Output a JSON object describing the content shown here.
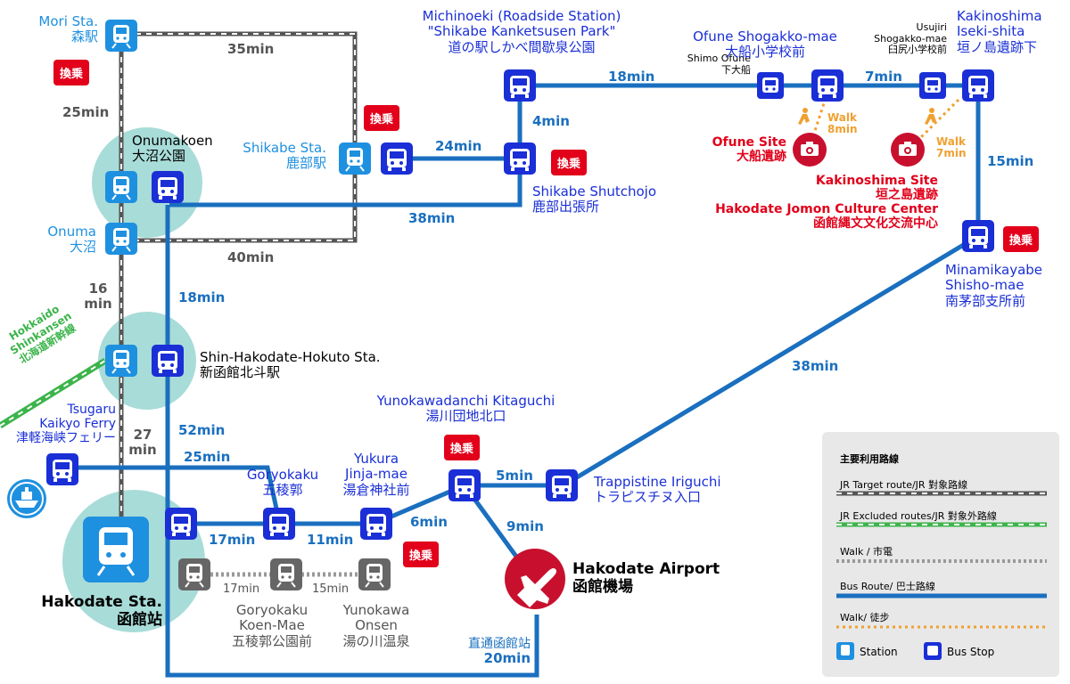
{
  "times": {
    "mori_shikabe": "35min",
    "mori_onuma": "25min",
    "onuma_shikabe_jr": "40min",
    "onumakoen_shutchojo": "38min",
    "shikabe_sta_shutchojo": "24min",
    "shutchojo_michinoeki": "4min",
    "michinoeki_shimoofune": "18min",
    "ofune_usujiri": "7min",
    "walk_ofune": "Walk\n8min",
    "walk_kakinoshima": "Walk\n7min",
    "kakinoshima_minamikayabe": "15min",
    "onumakoen_shinhakodate": "18min",
    "onuma_shinhakodate_l1": "16",
    "onuma_shinhakodate_l2": "min",
    "minamikayabe_trappistine": "38min",
    "shinhakodate_hakodate_bus": "52min",
    "shinhakodate_hakodate_jr_l1": "27",
    "shinhakodate_hakodate_jr_l2": "min",
    "ferry_goryokaku": "25min",
    "hakodate_goryokaku": "17min",
    "goryokaku_yukura": "11min",
    "yukura_yunokawadanchi": "6min",
    "yunokawadanchi_trappistine": "5min",
    "yunokawadanchi_airport": "9min",
    "tram_1": "17min",
    "tram_2": "15min",
    "direct_label": "直通函館站",
    "direct_time": "20min"
  },
  "labels": {
    "mori_en": "Mori Sta.",
    "mori_jp": "森駅",
    "onumakoen_en": "Onumakoen",
    "onumakoen_jp": "大沼公園",
    "onuma_en": "Onuma",
    "onuma_jp": "大沼",
    "shikabe_sta_en": "Shikabe Sta.",
    "shikabe_sta_jp": "鹿部駅",
    "michinoeki_l1": "Michinoeki (Roadside Station)",
    "michinoeki_l2": "\"Shikabe Kanketsusen Park\"",
    "michinoeki_l3": "道の駅しかべ間歇泉公園",
    "shutchojo_en": "Shikabe Shutchojo",
    "shutchojo_jp": "鹿部出張所",
    "shimoofune_en": "Shimo Ofune",
    "shimoofune_jp": "下大船",
    "ofune_en": "Ofune Shogakko-mae",
    "ofune_jp": "大船小学校前",
    "usujiri_l1": "Usujiri",
    "usujiri_l2": "Shogakko-mae",
    "usujiri_l3": "臼尻小学校前",
    "kakinoshima_l1": "Kakinoshima",
    "kakinoshima_l2": "Iseki-shita",
    "kakinoshima_l3": "垣ノ島遺跡下",
    "ofune_site_en": "Ofune Site",
    "ofune_site_jp": "大船遺跡",
    "kakinoshima_site_en": "Kakinoshima Site",
    "kakinoshima_site_jp": "垣之島遺跡",
    "jomon_en": "Hakodate Jomon Culture Center",
    "jomon_jp": "函館縄文文化交流中心",
    "minamikayabe_l1": "Minamikayabe",
    "minamikayabe_l2": "Shisho-mae",
    "minamikayabe_l3": "南茅部支所前",
    "shinhakodate_en": "Shin-Hakodate-Hokuto Sta.",
    "shinhakodate_jp": "新函館北斗駅",
    "shinkansen_l1": "Hokkaido",
    "shinkansen_l2": "Shinkansen",
    "shinkansen_l3": "北海道新幹線",
    "ferry_l1": "Tsugaru",
    "ferry_l2": "Kaikyo Ferry",
    "ferry_l3": "津軽海峡フェリー",
    "yunokawadanchi_en": "Yunokawadanchi Kitaguchi",
    "yunokawadanchi_jp": "湯川団地北口",
    "goryokaku_en": "Goryokaku",
    "goryokaku_jp": "五稜郭",
    "yukura_l1": "Yukura",
    "yukura_l2": "Jinja-mae",
    "yukura_l3": "湯倉神社前",
    "trappistine_en": "Trappistine Iriguchi",
    "trappistine_jp": "トラピスチヌ入口",
    "airport_en": "Hakodate Airport",
    "airport_jp": "函館機場",
    "hakodate_en": "Hakodate Sta.",
    "hakodate_jp": "函館站",
    "gkoen_l1": "Goryokaku",
    "gkoen_l2": "Koen-Mae",
    "gkoen_l3": "五稜郭公園前",
    "yunokawa_l1": "Yunokawa",
    "yunokawa_l2": "Onsen",
    "yunokawa_l3": "湯の川温泉",
    "transfer": "換乗"
  },
  "legend": {
    "title": "主要利用路線",
    "jr_target": "JR Target route/JR 對象路線",
    "jr_excluded": "JR Excluded routes/JR 對象外路線",
    "tram": "Walk / 市電",
    "bus": "Bus Route/ 巴士路線",
    "walk": "Walk/ 徒步",
    "station": "Station",
    "bus_stop": "Bus Stop"
  },
  "colors": {
    "bus_route": "#1a6fbf",
    "jr_target": "#555555",
    "jr_excluded": "#3cb44b",
    "walk": "#f0a030",
    "bus_icon": "#1a2fd6",
    "station_icon": "#1e90e0",
    "tram_icon": "#666666",
    "transfer": "#e2001a",
    "circle": "#a8dcd8"
  },
  "icons": [
    "bus-stop-icon",
    "station-icon",
    "tram-icon",
    "camera-icon",
    "airplane-icon",
    "ferry-icon",
    "walker-icon"
  ]
}
